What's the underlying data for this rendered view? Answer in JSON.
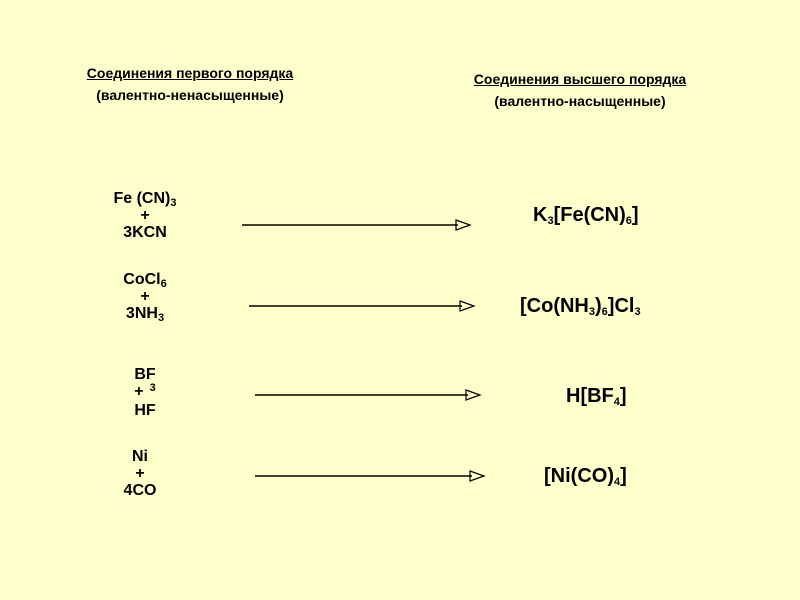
{
  "headers": {
    "left": {
      "title": "Соединения первого порядка",
      "subtitle": "(валентно-ненасыщенные)"
    },
    "right": {
      "title": "Соединения высшего порядка",
      "subtitle": "(валентно-насыщенные)"
    }
  },
  "reactions": [
    {
      "r1_main": "Fe (CN)",
      "r1_sub": "3",
      "plus": "+",
      "r2_main": "3KCN",
      "r2_sub": "",
      "product": {
        "a": "K",
        "a_sub": "3",
        "b": "[Fe(CN)",
        "b_sub": "6",
        "c": "]",
        "c_sub": "",
        "d": ""
      }
    },
    {
      "r1_main": "CoCl",
      "r1_sub": "6",
      "plus": "+",
      "r2_main": "3NH",
      "r2_sub": "3",
      "product": {
        "a": "[Co(NH",
        "a_sub": "3",
        "b": ")",
        "b_sub": "6",
        "c": "]Cl",
        "c_sub": "3",
        "d": ""
      }
    },
    {
      "r1_main": "BF",
      "r1_sub": "3",
      "plus": "+",
      "r2_main": "HF",
      "r2_sub": "",
      "product": {
        "a": "H[BF",
        "a_sub": "4",
        "b": "]",
        "b_sub": "",
        "c": "",
        "c_sub": "",
        "d": ""
      }
    },
    {
      "r1_main": "Ni",
      "r1_sub": "",
      "plus": "+",
      "r2_main": "4CO",
      "r2_sub": "",
      "product": {
        "a": "[Ni(CO)",
        "a_sub": "4",
        "b": "]",
        "b_sub": "",
        "c": "",
        "c_sub": "",
        "d": ""
      }
    }
  ],
  "colors": {
    "background": "#ffffcc",
    "arrow": "#000000"
  }
}
